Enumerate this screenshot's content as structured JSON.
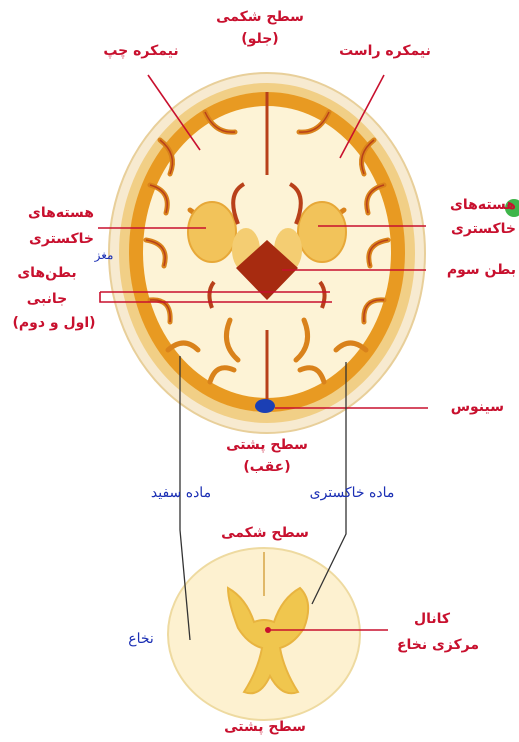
{
  "labels": {
    "ventral_top": "سطح شکمی",
    "front": "(جلو)",
    "left_hemisphere": "نیمکره چپ",
    "right_hemisphere": "نیمکره راست",
    "nuclei_left": [
      "هسته‌های",
      "خاکستری"
    ],
    "nuclei_right": [
      "هسته‌های",
      "خاکستری"
    ],
    "brain": "مغز",
    "lateral_ventricles": [
      "بطن‌های",
      "جانبی",
      "(اول و دوم)"
    ],
    "third_ventricle": "بطن سوم",
    "sinus": "سینوس",
    "dorsal_top": "سطح پشتی",
    "back": "(عقب)",
    "white_matter": "ماده سفید",
    "gray_matter": "ماده خاکستری",
    "ventral_spinal": "سطح شکمی",
    "spinal_cord": "نخاع",
    "central_canal": [
      "کانال",
      "مرکزی نخاع"
    ],
    "dorsal_spinal": "سطح پشتی"
  },
  "colors": {
    "label_red": "#c8102e",
    "label_blue": "#1b2fb4",
    "skull": "#f3dfb2",
    "cortex_orange": "#e9a22a",
    "white_matter": "#fdf3d8",
    "ventricle_red": "#a72b10",
    "sinus_blue": "#1b3fb4"
  }
}
